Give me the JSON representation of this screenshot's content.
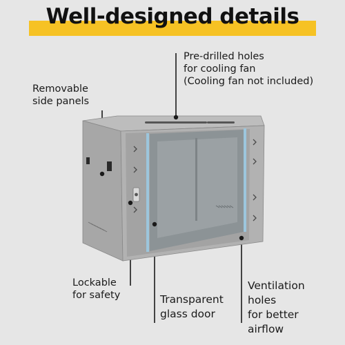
{
  "header": {
    "title": "Well-designed details"
  },
  "callouts": {
    "fan": {
      "lines": [
        "Pre-drilled holes",
        "for cooling fan",
        "(Cooling fan not included)"
      ]
    },
    "side_panels": {
      "lines": [
        "Removable",
        "side panels"
      ]
    },
    "lock": {
      "lines": [
        "Lockable",
        "for safety"
      ]
    },
    "glass": {
      "lines": [
        "Transparent",
        "glass door"
      ]
    },
    "vent": {
      "lines": [
        "Ventilation",
        "holes",
        "for better",
        "airflow"
      ]
    }
  },
  "colors": {
    "accent": "#f6c224",
    "background": "#e6e6e6",
    "cabinet_body": "#a9a9a9",
    "glass": "#8d9396",
    "door_strip": "#9cc6dd"
  },
  "image": {
    "subject": "wall-mount network cabinet",
    "icon": "cabinet-illustration"
  }
}
